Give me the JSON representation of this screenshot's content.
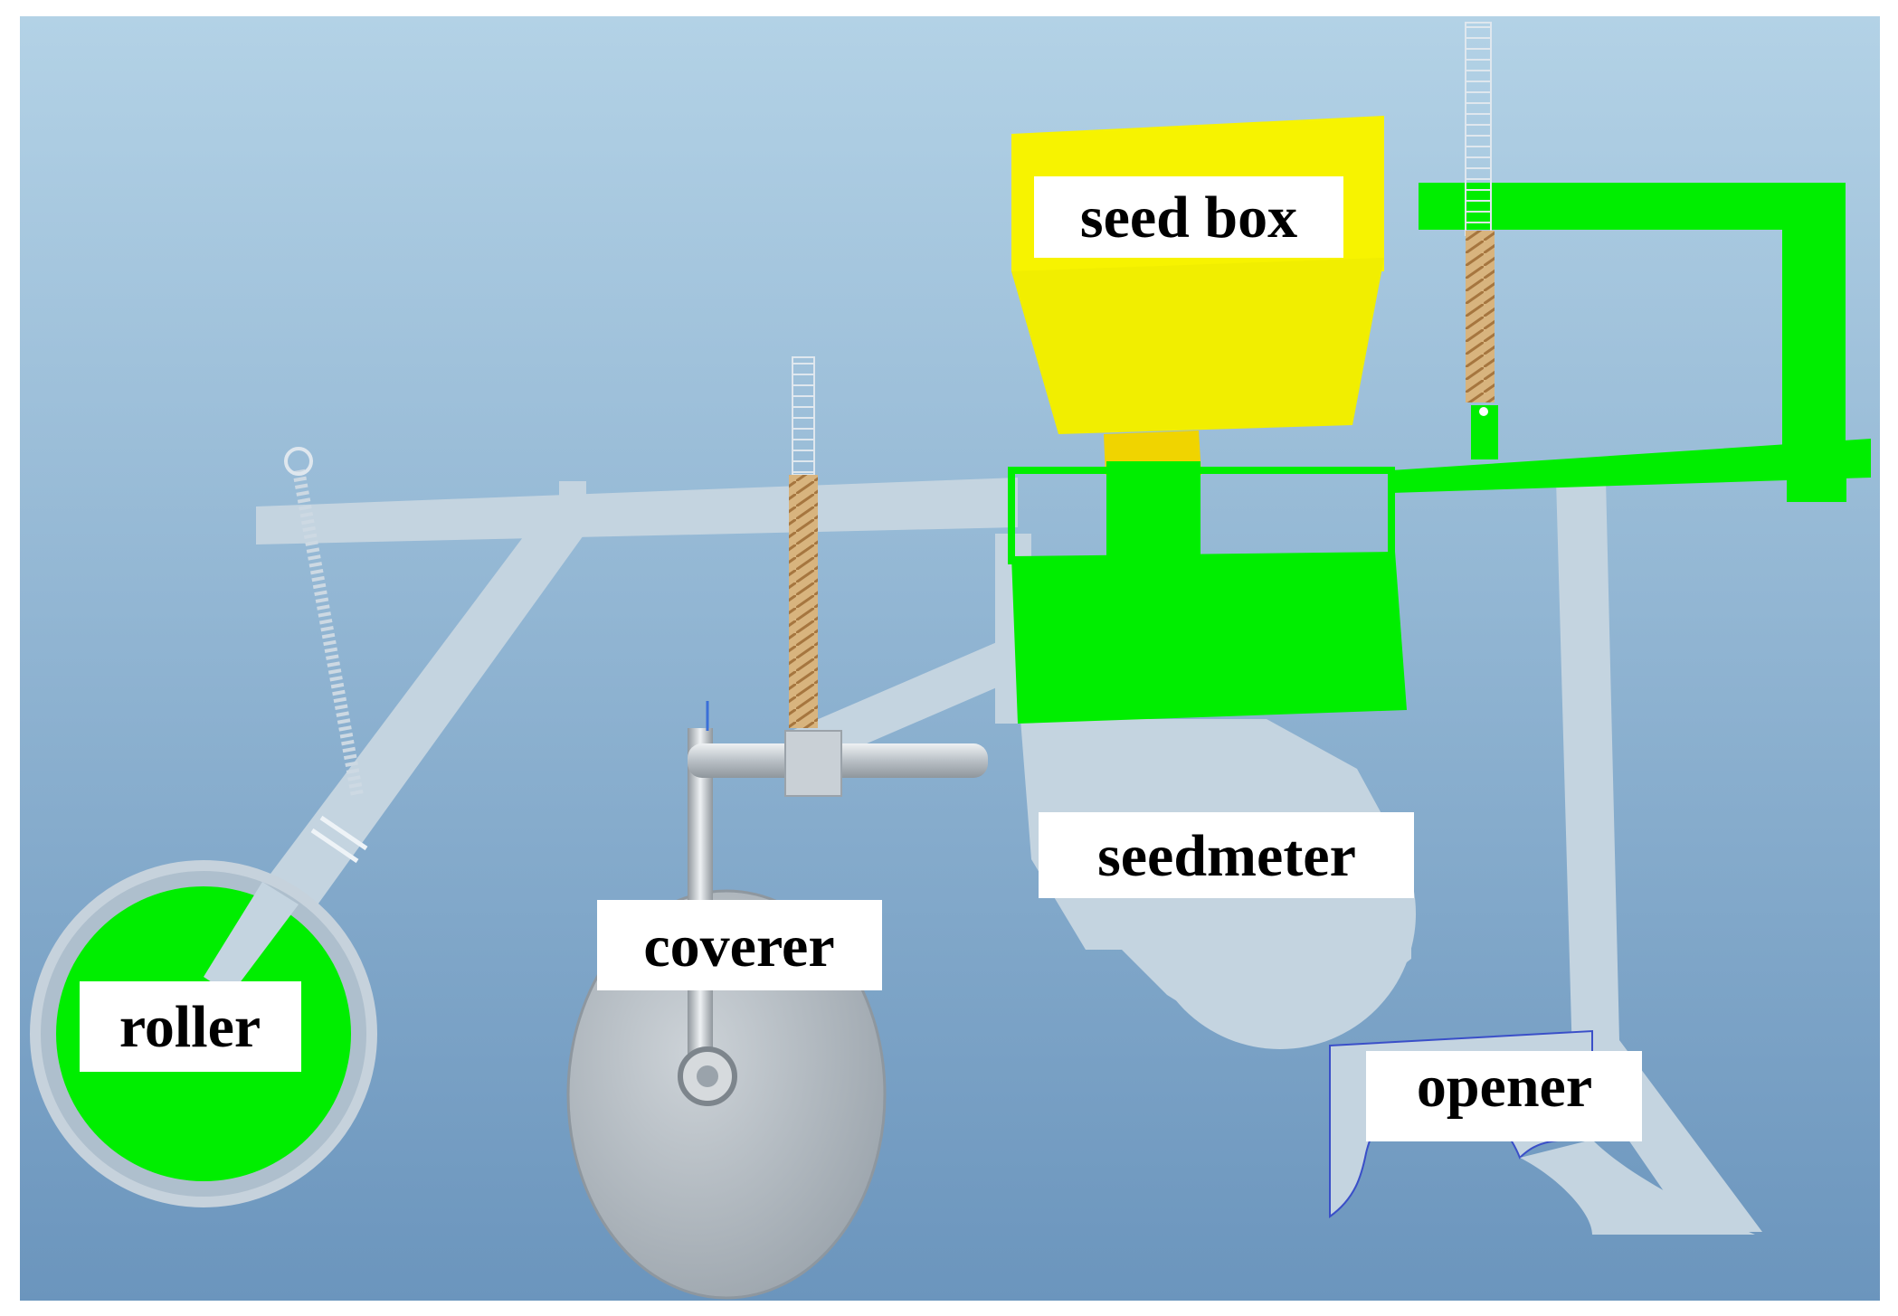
{
  "labels": {
    "seed_box": "seed box",
    "seedmeter": "seedmeter",
    "coverer": "coverer",
    "roller": "roller",
    "opener": "opener"
  },
  "colors": {
    "bg_top": "#b3d2e6",
    "bg_bottom": "#6b95bd",
    "frame": "#c4d4e0",
    "highlight_green": "#00ee00",
    "seed_box_yellow": "#f7f300",
    "disc_gray": "#a9b3bb",
    "spring": "#d0a872",
    "label_bg": "#ffffff",
    "label_text": "#000000",
    "opener_outline": "#3a4fc8"
  }
}
